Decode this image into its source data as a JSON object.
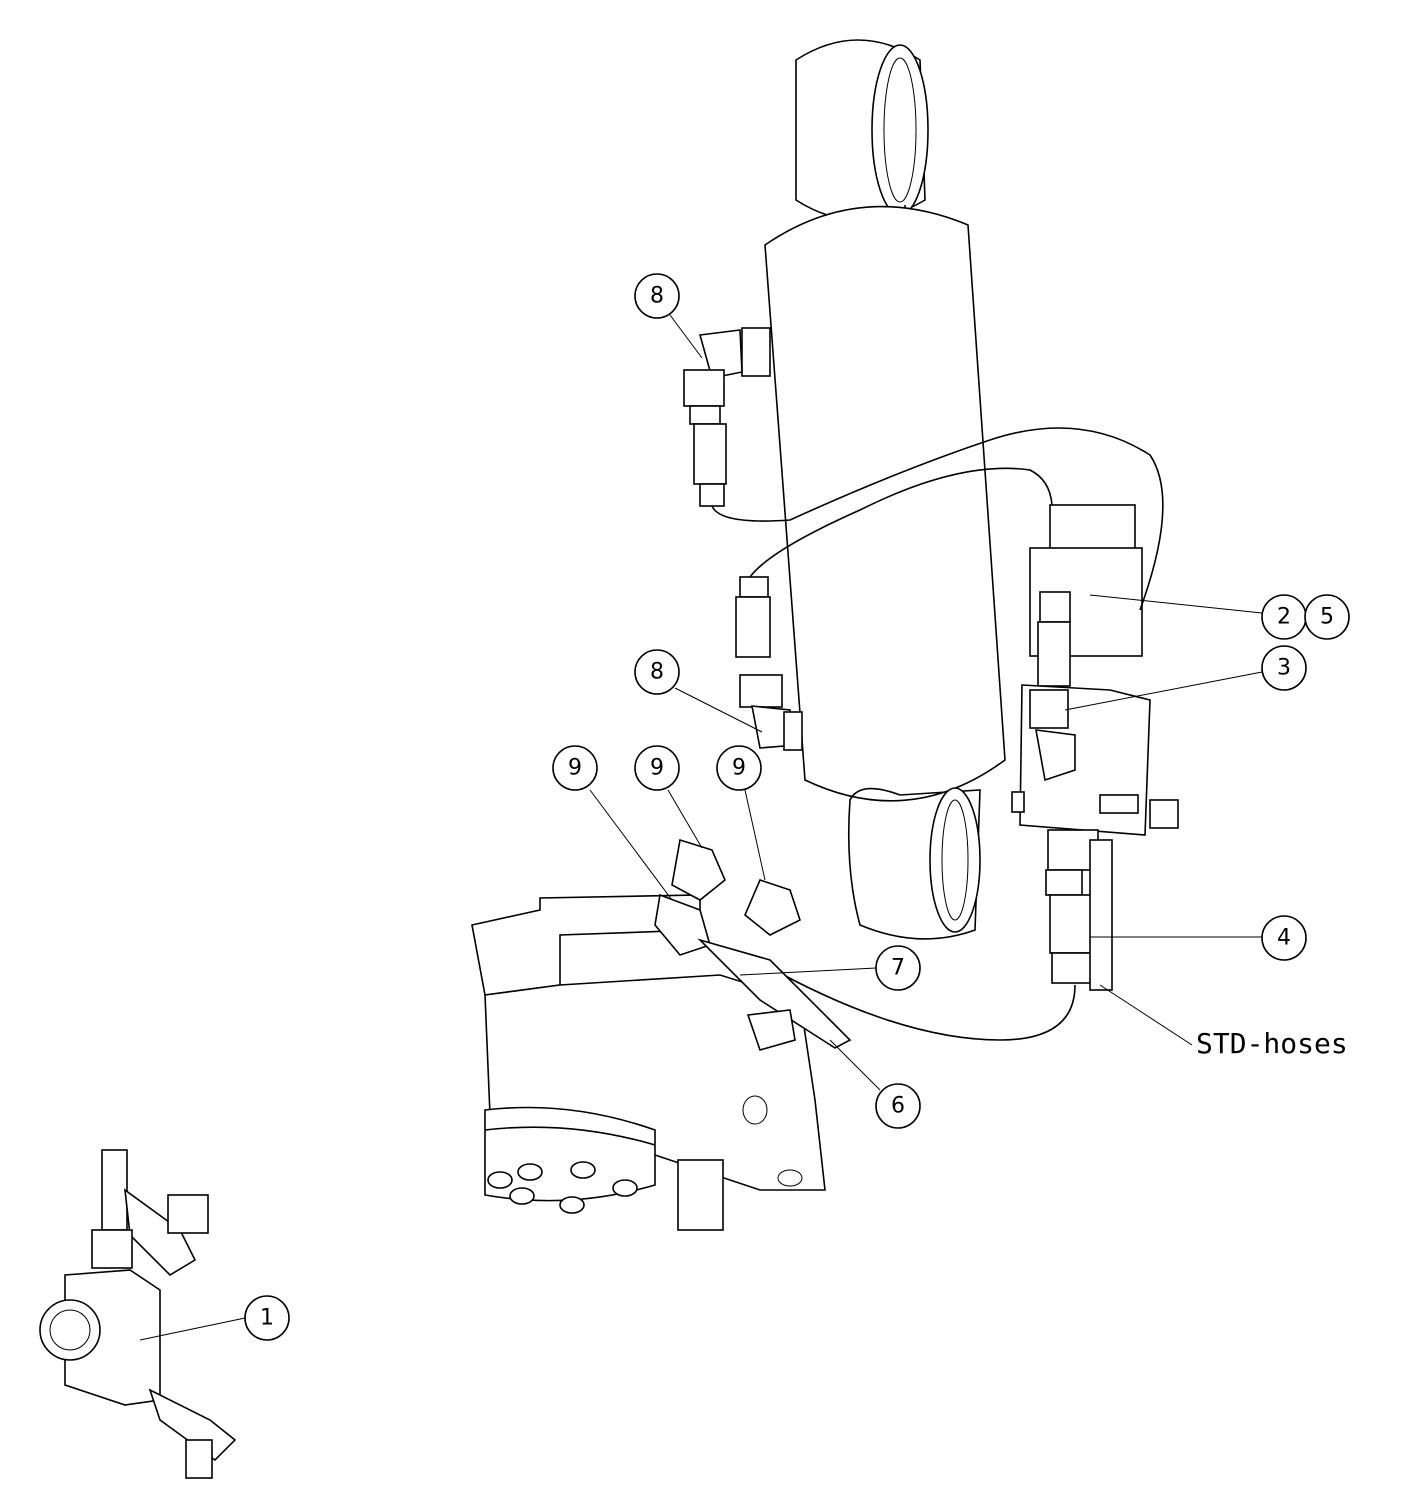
{
  "callouts": [
    {
      "id": "balloon-8-top",
      "label": "8"
    },
    {
      "id": "balloon-2",
      "label": "2"
    },
    {
      "id": "balloon-5",
      "label": "5"
    },
    {
      "id": "balloon-3",
      "label": "3"
    },
    {
      "id": "balloon-8-bottom",
      "label": "8"
    },
    {
      "id": "balloon-9-left",
      "label": "9"
    },
    {
      "id": "balloon-9-mid",
      "label": "9"
    },
    {
      "id": "balloon-9-right",
      "label": "9"
    },
    {
      "id": "balloon-7",
      "label": "7"
    },
    {
      "id": "balloon-4",
      "label": "4"
    },
    {
      "id": "balloon-6",
      "label": "6"
    },
    {
      "id": "balloon-1",
      "label": "1"
    }
  ],
  "labels": {
    "std_hoses": "STD-hoses"
  }
}
